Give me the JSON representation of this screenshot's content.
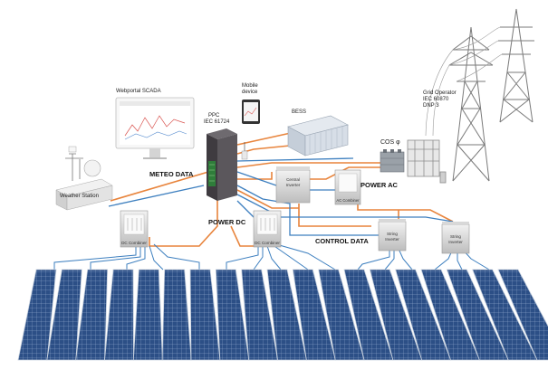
{
  "labels": {
    "webportal": "Webportal SCADA",
    "mobile_line1": "Mobile",
    "mobile_line2": "device",
    "ppc_line1": "PPC",
    "ppc_line2": "IEC 61724",
    "bess": "BESS",
    "cos_phi": "COS φ",
    "grid_line1": "Grid Operator",
    "grid_line2": "IEC 60870",
    "grid_line3": "DNP 3",
    "meteo_data": "METEO DATA",
    "weather_station": "Weather Station",
    "central_inverter_line1": "Central",
    "central_inverter_line2": "Inverter",
    "power_ac": "POWER AC",
    "ac_combiner": "AC Combiner",
    "power_dc": "POWER DC",
    "control_data": "CONTROL DATA",
    "dc_combiner_1": "DC Combiner",
    "dc_combiner_2": "DC Combiner",
    "string_inverter_1_line1": "String",
    "string_inverter_1_line2": "Inverter",
    "string_inverter_2_line1": "String",
    "string_inverter_2_line2": "Inverter"
  },
  "colors": {
    "power_line": "#e8843c",
    "data_line": "#3d7fbf",
    "panel": "#2c4f86",
    "panel_frame": "#c9d3e0",
    "tower": "#7a7a7a"
  }
}
